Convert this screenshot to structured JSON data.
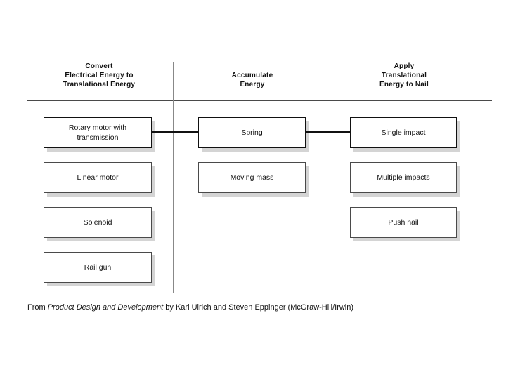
{
  "diagram": {
    "type": "concept-classification-tree",
    "columns": [
      {
        "id": "convert",
        "header": "Convert\nElectrical Energy to\nTranslational Energy",
        "concepts": [
          {
            "label": "Rotary motor with\ntransmission",
            "selected": true
          },
          {
            "label": "Linear motor",
            "selected": false
          },
          {
            "label": "Solenoid",
            "selected": false
          },
          {
            "label": "Rail gun",
            "selected": false
          }
        ]
      },
      {
        "id": "accumulate",
        "header": "Accumulate\nEnergy",
        "concepts": [
          {
            "label": "Spring",
            "selected": true
          },
          {
            "label": "Moving mass",
            "selected": false
          }
        ]
      },
      {
        "id": "apply",
        "header": "Apply\nTranslational\nEnergy to Nail",
        "concepts": [
          {
            "label": "Single impact",
            "selected": true
          },
          {
            "label": "Multiple impacts",
            "selected": false
          },
          {
            "label": "Push nail",
            "selected": false
          }
        ]
      }
    ],
    "connections": [
      {
        "from": "Rotary motor with transmission",
        "to": "Spring"
      },
      {
        "from": "Spring",
        "to": "Single impact"
      }
    ]
  },
  "caption": {
    "prefix": "From ",
    "book_title": "Product Design and Development",
    "suffix": " by Karl Ulrich and Steven Eppinger (McGraw-Hill/Irwin)"
  },
  "colors": {
    "box_border": "#4a4a4a",
    "box_border_selected": "#111111",
    "box_shadow": "#d4d4d4",
    "connector": "#111111",
    "rule": "#4a4a4a",
    "divider_left": "#888888",
    "divider_right": "#3a3a3a",
    "background": "#ffffff",
    "text": "#111111"
  }
}
